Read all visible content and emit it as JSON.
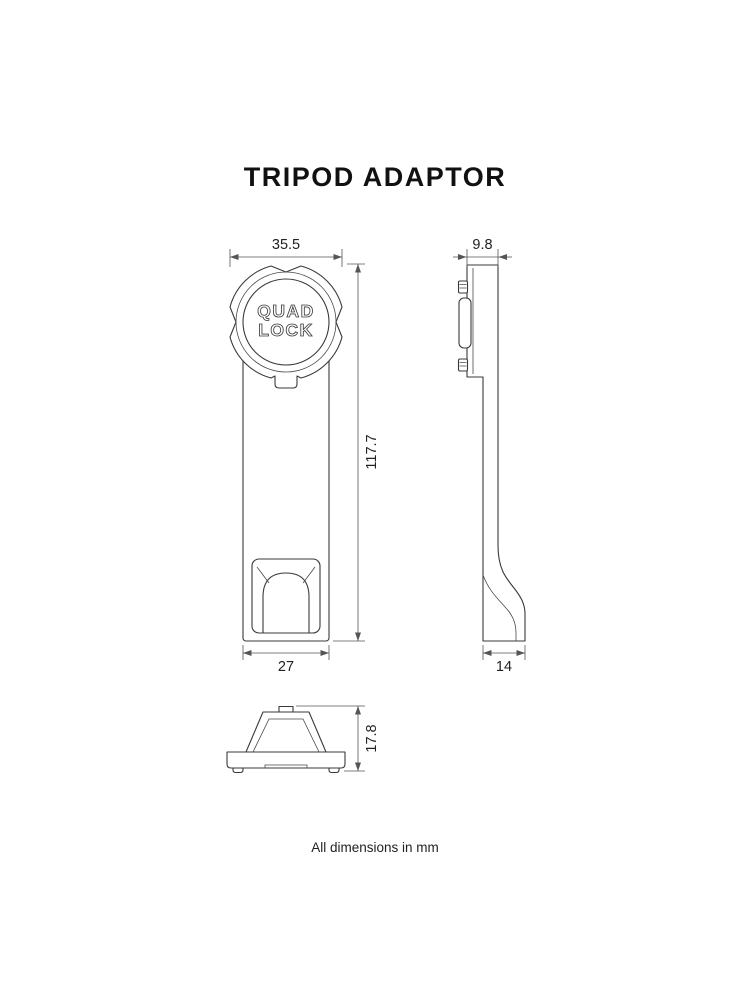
{
  "title": "TRIPOD ADAPTOR",
  "note": "All dimensions in mm",
  "logo": {
    "line1": "QUAD",
    "line2": "LOCK"
  },
  "dimensions": {
    "front": {
      "top_width": "35.5",
      "height": "117.7",
      "bottom_width": "27"
    },
    "side": {
      "top_width": "9.8",
      "bottom_width": "14"
    },
    "bottom_view": {
      "height": "17.8"
    }
  },
  "colors": {
    "line": "#3a3a3a",
    "dimension_line": "#555555",
    "text": "#222222",
    "background": "#ffffff"
  }
}
